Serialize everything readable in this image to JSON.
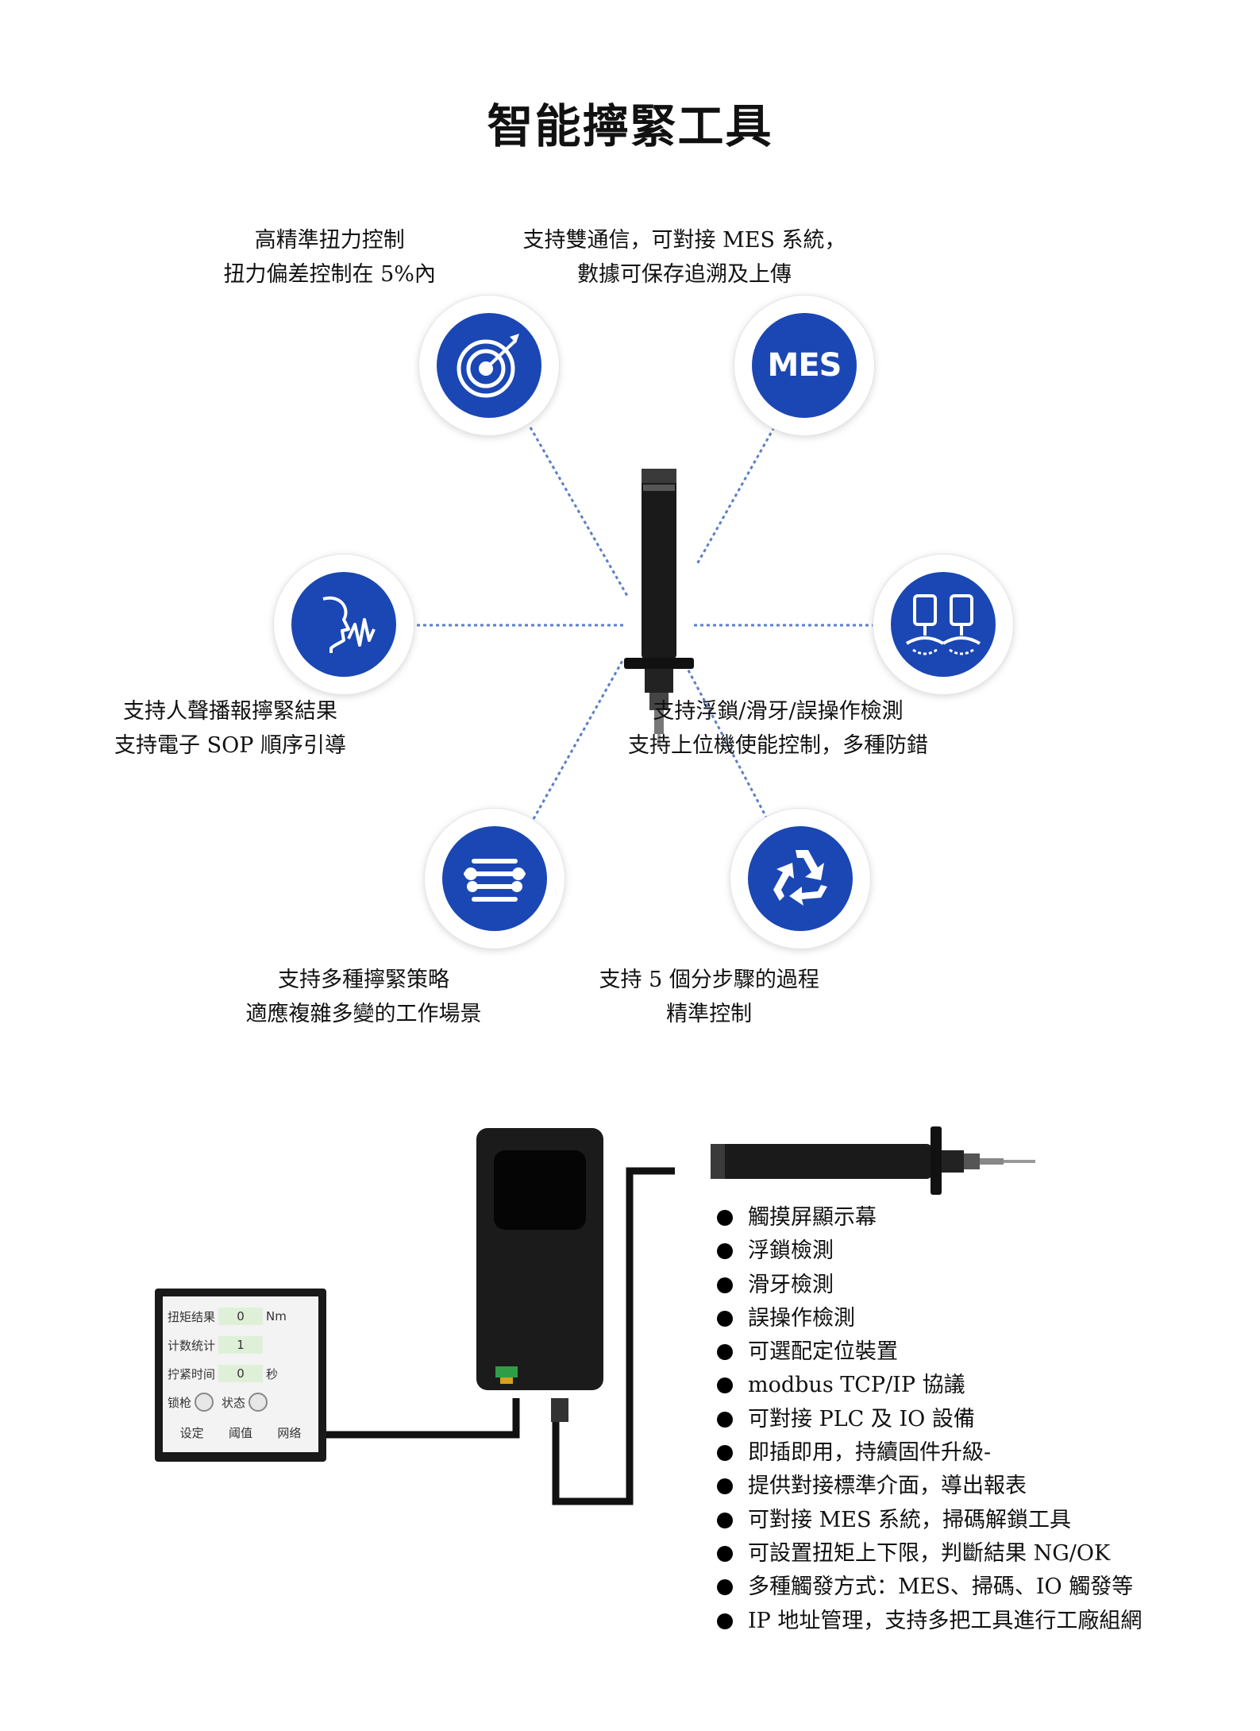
{
  "title": "智能擰緊工具",
  "features": {
    "top_left": [
      "高精準扭力控制",
      "扭力偏差控制在 5%內"
    ],
    "top_right": [
      "支持雙通信，可對接 MES 系統，",
      "數據可保存追溯及上傳"
    ],
    "mid_left": [
      "支持人聲播報擰緊結果",
      "支持電子 SOP 順序引導"
    ],
    "mid_right": [
      "支持浮鎖/滑牙/誤操作檢測",
      "支持上位機使能控制，多種防錯"
    ],
    "bottom_left": [
      "支持多種擰緊策略",
      "適應複雜多變的工作場景"
    ],
    "bottom_right": [
      "支持 5 個分步驟的過程",
      "精準控制"
    ]
  },
  "icons": {
    "top_left": "target-icon",
    "top_right": "mes-icon",
    "mid_left": "voice-icon",
    "mid_right": "floating-lock-detection-icon",
    "bottom_left": "wrench-strategy-icon",
    "bottom_right": "recycle-icon",
    "mes_label": "MES"
  },
  "colors": {
    "icon_blue": "#1a47b3",
    "connector_blue": "#5b7fc7"
  },
  "controller_screen": {
    "rows": [
      {
        "label": "扭矩结果",
        "value": "0",
        "unit": "Nm"
      },
      {
        "label": "计数统计",
        "value": "1",
        "unit": ""
      },
      {
        "label": "拧紧时间",
        "value": "0",
        "unit": "秒"
      }
    ],
    "status_row": {
      "left": "锁枪",
      "right": "状态"
    },
    "bottom_tabs": [
      "设定",
      "阈值",
      "网络"
    ]
  },
  "bullets": [
    "觸摸屏顯示幕",
    "浮鎖檢測",
    "滑牙檢測",
    "誤操作檢測",
    "可選配定位裝置",
    "modbus TCP/IP 協議",
    "可對接 PLC 及 IO 設備",
    "即插即用，持續固件升級-",
    "提供對接標準介面，導出報表",
    "可對接 MES 系統，掃碼解鎖工具",
    "可設置扭矩上下限，判斷結果 NG/OK",
    "多種觸發方式：MES、掃碼、IO 觸發等",
    "IP 地址管理，支持多把工具進行工廠組網"
  ]
}
